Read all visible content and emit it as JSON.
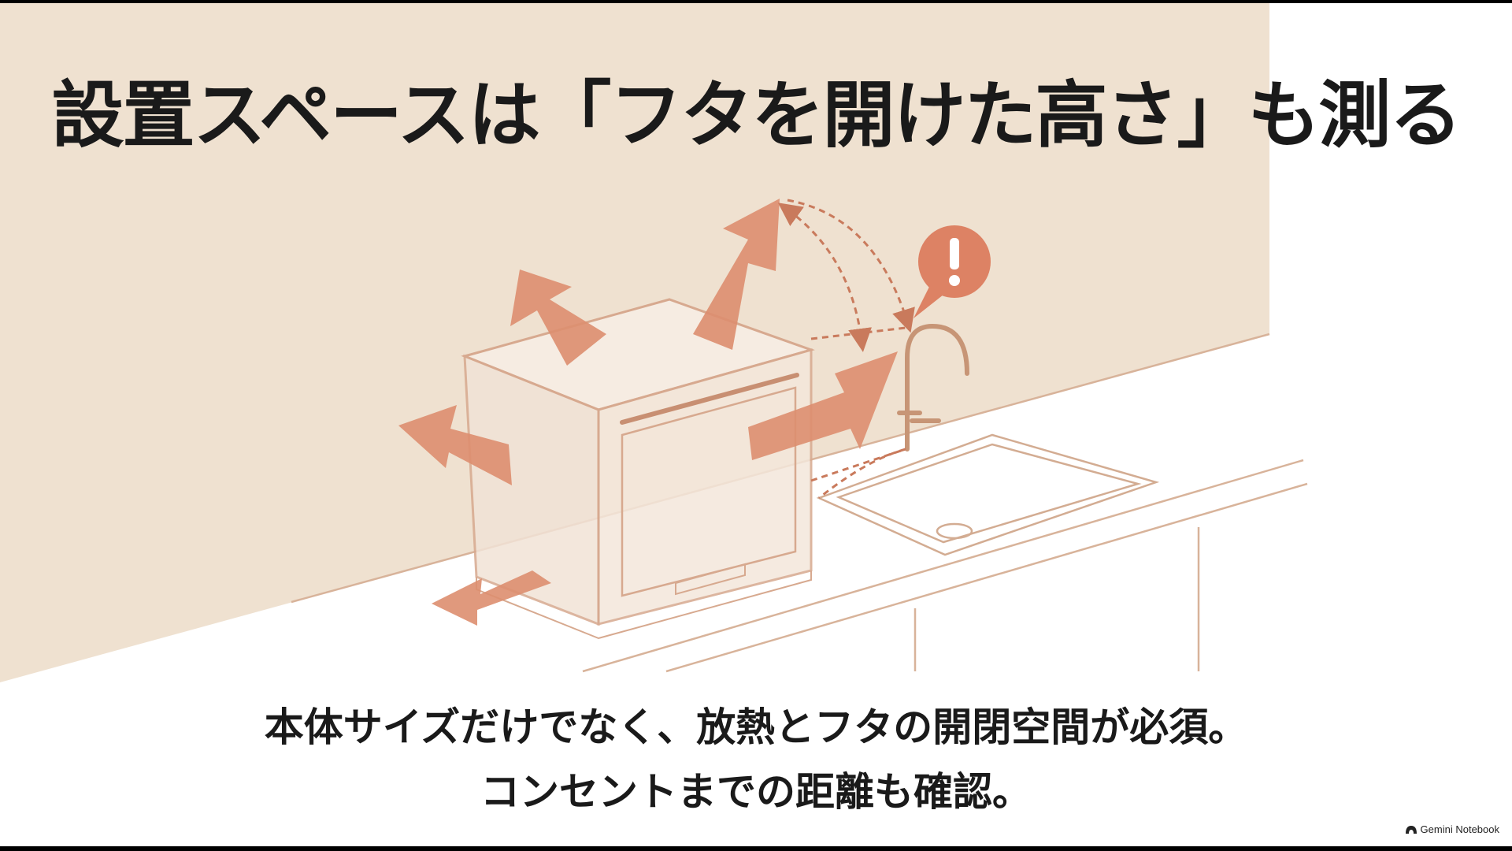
{
  "title": "設置スペースは「フタを開けた高さ」も測る",
  "caption": {
    "line1": "本体サイズだけでなく、放熱とフタの開閉空間が必須。",
    "line2": "コンセントまでの距離も確認。"
  },
  "watermark": "Gemini Notebook",
  "colors": {
    "wall": "#efe1d0",
    "arrow": "#dd8e6f",
    "warning": "#dd8264",
    "outline": "#d7a98f",
    "text": "#1a1a1a"
  },
  "icons": [
    "warning-icon",
    "notebook-logo-icon"
  ]
}
